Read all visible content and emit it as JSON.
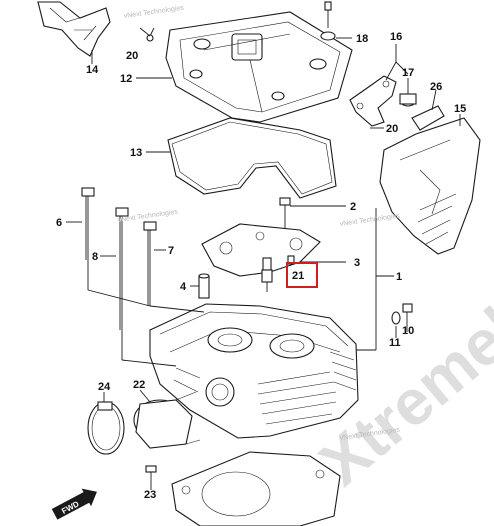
{
  "diagram": {
    "callouts": [
      {
        "id": "c1",
        "label": "1"
      },
      {
        "id": "c2",
        "label": "2"
      },
      {
        "id": "c3",
        "label": "3"
      },
      {
        "id": "c4",
        "label": "4"
      },
      {
        "id": "c6",
        "label": "6"
      },
      {
        "id": "c7",
        "label": "7"
      },
      {
        "id": "c8",
        "label": "8"
      },
      {
        "id": "c10",
        "label": "10"
      },
      {
        "id": "c11",
        "label": "11"
      },
      {
        "id": "c12",
        "label": "12"
      },
      {
        "id": "c13",
        "label": "13"
      },
      {
        "id": "c14",
        "label": "14"
      },
      {
        "id": "c15",
        "label": "15"
      },
      {
        "id": "c16",
        "label": "16"
      },
      {
        "id": "c17",
        "label": "17"
      },
      {
        "id": "c18",
        "label": "18"
      },
      {
        "id": "c20a",
        "label": "20"
      },
      {
        "id": "c20b",
        "label": "20"
      },
      {
        "id": "c21",
        "label": "21"
      },
      {
        "id": "c22",
        "label": "22"
      },
      {
        "id": "c23",
        "label": "23"
      },
      {
        "id": "c24",
        "label": "24"
      },
      {
        "id": "c26",
        "label": "26"
      }
    ],
    "highlighted": "21",
    "highlight_color": "#cc1f1f",
    "watermark_small": "vNext Technologies",
    "watermark_large": "eXtremely",
    "forward_badge": "FWD"
  }
}
